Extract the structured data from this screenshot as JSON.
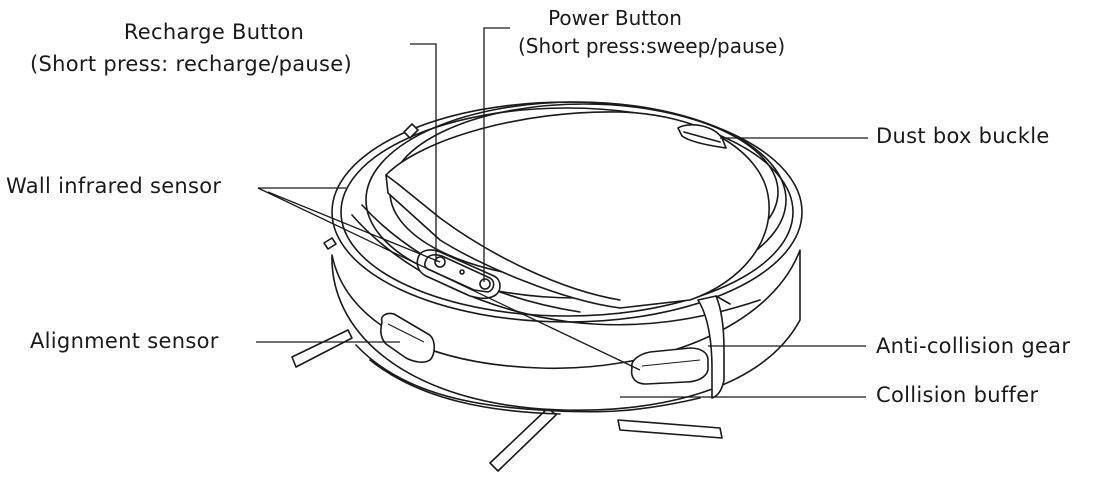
{
  "labels": {
    "recharge_button": {
      "title": "Recharge Button",
      "note": "(Short press:  recharge/pause)"
    },
    "power_button": {
      "title": "Power Button",
      "note": "(Short press:sweep/pause)"
    },
    "dust_box_buckle": "Dust box buckle",
    "wall_infrared_sensor": "Wall infrared sensor",
    "alignment_sensor": "Alignment sensor",
    "anti_collision_gear": "Anti-collision gear",
    "collision_buffer": "Collision buffer"
  },
  "colors": {
    "line": "#1a1a1a",
    "background": "#ffffff"
  }
}
